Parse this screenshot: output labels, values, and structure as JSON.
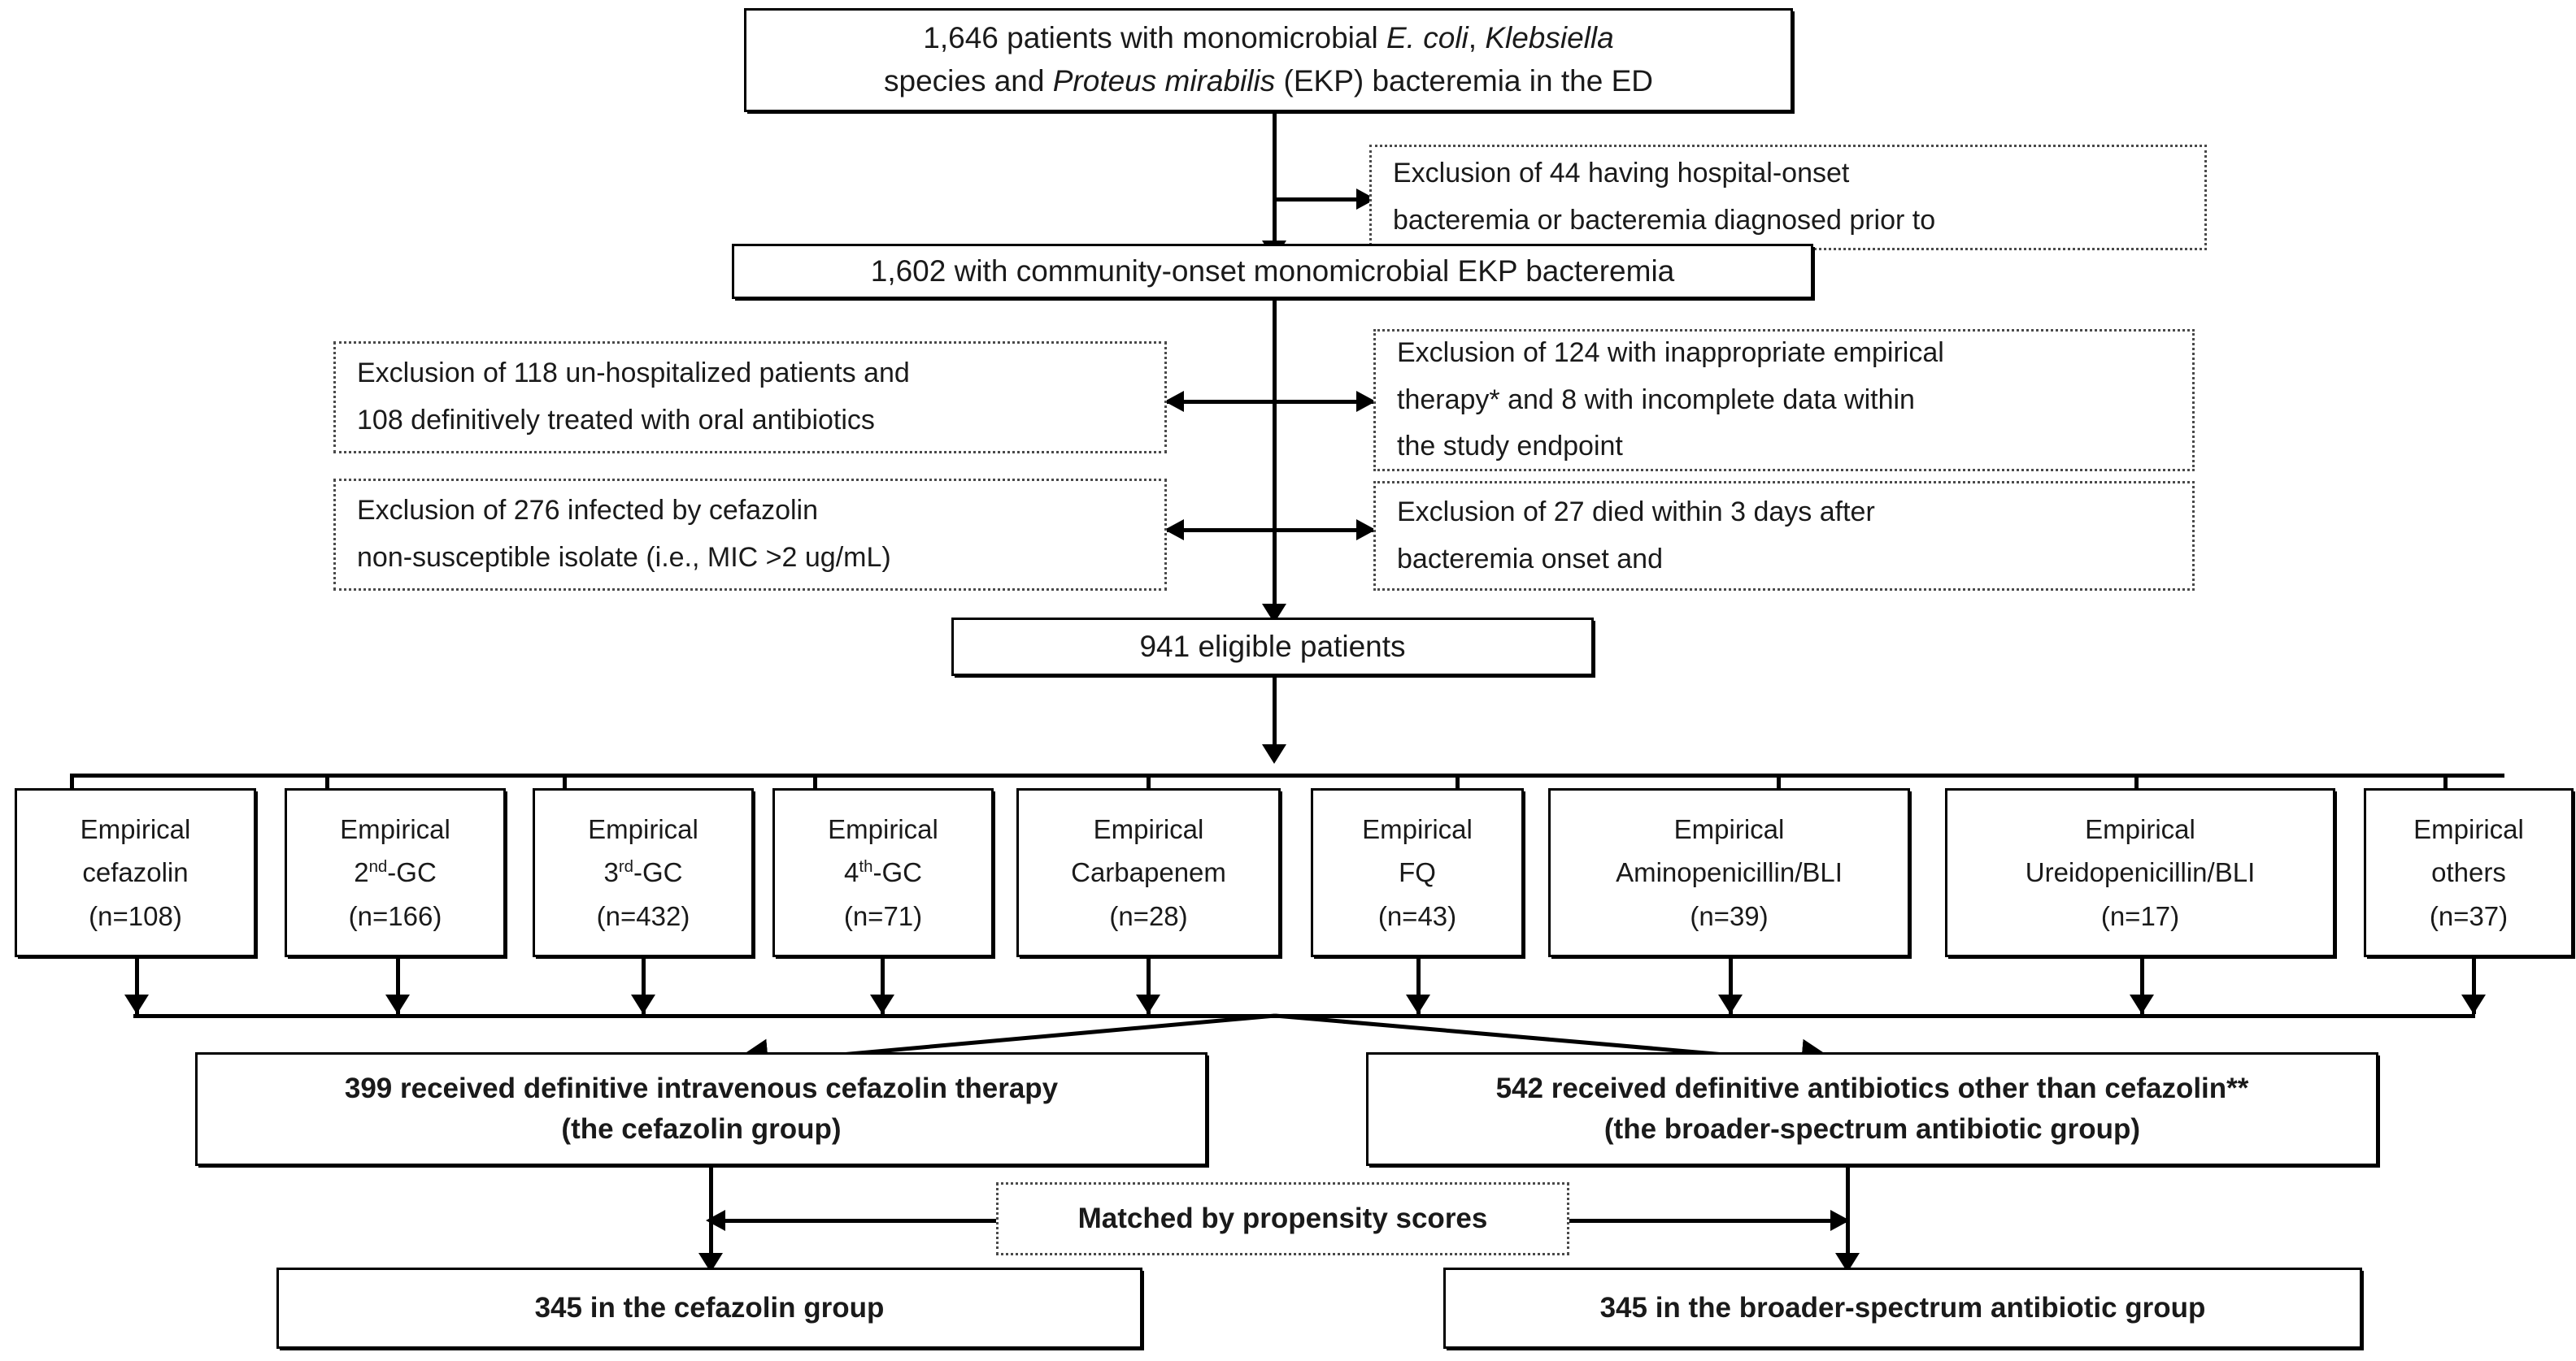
{
  "diagram": {
    "title": "Patient enrollment flow diagram for cefazolin versus broader-spectrum antibiotic therapy in community-onset EKP bacteremia"
  },
  "nodes": {
    "enrolled": {
      "line1_pre": "1,646 patients with monomicrobial ",
      "line1_italic_a": "E. coli",
      "line1_mid": ", ",
      "line1_italic_b": "Klebsiella",
      "line2_pre": "species and ",
      "line2_italic": "Proteus mirabilis",
      "line2_post": " (EKP) bacteremia in the ED"
    },
    "community_onset": {
      "text": "1,602 with community-onset monomicrobial EKP bacteremia"
    },
    "eligible": {
      "text": "941 eligible patients"
    },
    "cefazolin_group": {
      "line1": "399 received definitive intravenous cefazolin therapy",
      "line2": "(the cefazolin group)"
    },
    "broader_group": {
      "line1": "542 received definitive antibiotics other than cefazolin**",
      "line2": "(the broader-spectrum antibiotic group)"
    },
    "matched": {
      "text": "Matched by propensity scores"
    },
    "matched_cefazolin": {
      "text": "345 in the cefazolin group"
    },
    "matched_broader": {
      "text": "345 in the broader-spectrum antibiotic group"
    }
  },
  "exclusions": [
    {
      "id": "hospital-onset",
      "lines": [
        "Exclusion of 44 having hospital-onset",
        "bacteremia or bacteremia diagnosed prior to"
      ]
    },
    {
      "id": "un-hospitalized",
      "lines": [
        "Exclusion of 118 un-hospitalized patients and",
        "108 definitively treated with oral antibiotics"
      ]
    },
    {
      "id": "inappropriate-empirical-therapy",
      "lines": [
        "Exclusion of 124 with inappropriate empirical",
        "therapy* and 8 with incomplete data within",
        "the study endpoint"
      ]
    },
    {
      "id": "cefazolin-non-susceptible",
      "lines": [
        "Exclusion of 276 infected by cefazolin",
        "non-susceptible isolate (i.e., MIC >2 ug/mL)"
      ]
    },
    {
      "id": "early-death",
      "lines": [
        "Exclusion of 27 died within 3 days after",
        "bacteremia onset and"
      ]
    }
  ],
  "empirical_groups": [
    {
      "id": "cefazolin",
      "line1": "Empirical",
      "line2_pre": "cefazolin",
      "sup": "",
      "line2_post": "",
      "n": "(n=108)"
    },
    {
      "id": "second-gc",
      "line1": "Empirical",
      "line2_pre": "2",
      "sup": "nd",
      "line2_post": "-GC",
      "n": "(n=166)"
    },
    {
      "id": "third-gc",
      "line1": "Empirical",
      "line2_pre": "3",
      "sup": "rd",
      "line2_post": "-GC",
      "n": "(n=432)"
    },
    {
      "id": "fourth-gc",
      "line1": "Empirical",
      "line2_pre": "4",
      "sup": "th",
      "line2_post": "-GC",
      "n": "(n=71)"
    },
    {
      "id": "carbapenem",
      "line1": "Empirical",
      "line2_pre": "Carbapenem",
      "sup": "",
      "line2_post": "",
      "n": "(n=28)"
    },
    {
      "id": "fq",
      "line1": "Empirical",
      "line2_pre": "FQ",
      "sup": "",
      "line2_post": "",
      "n": "(n=43)"
    },
    {
      "id": "aminopenicillin-bli",
      "line1": "Empirical",
      "line2_pre": "Aminopenicillin/BLI",
      "sup": "",
      "line2_post": "",
      "n": "(n=39)"
    },
    {
      "id": "ureidopenicillin-bli",
      "line1": "Empirical",
      "line2_pre": "Ureidopenicillin/BLI",
      "sup": "",
      "line2_post": "",
      "n": "(n=17)"
    },
    {
      "id": "others",
      "line1": "Empirical",
      "line2_pre": "others",
      "sup": "",
      "line2_post": "",
      "n": "(n=37)"
    }
  ],
  "colors": {
    "line": "#000000",
    "dotted_border": "#4a4a4a",
    "background": "#ffffff",
    "text": "#1a1a1a"
  }
}
